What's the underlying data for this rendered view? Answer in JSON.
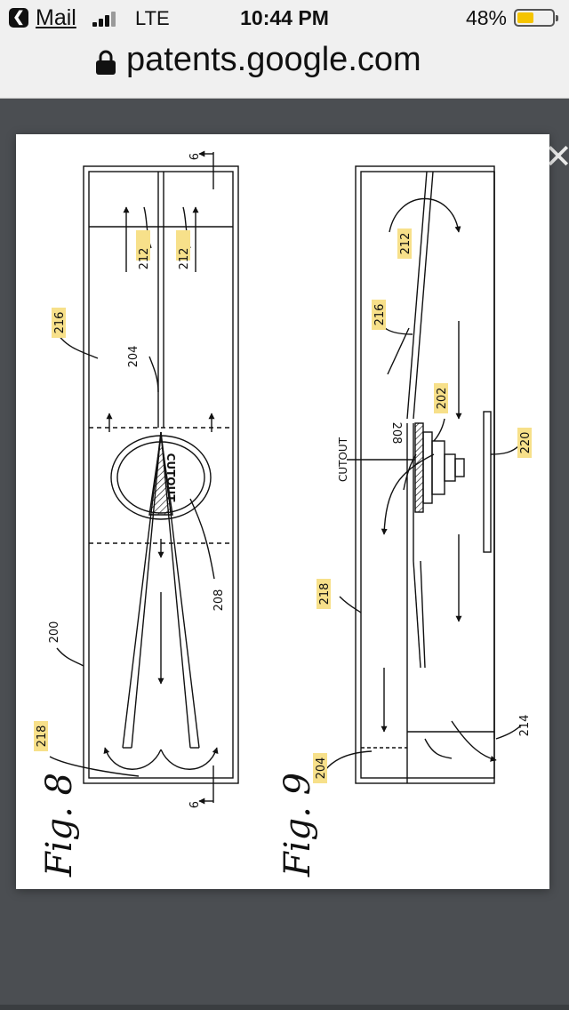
{
  "status_bar": {
    "back_app": "Mail",
    "network": "LTE",
    "time": "10:44 PM",
    "battery": "48%",
    "battery_level": 0.48
  },
  "browser": {
    "domain": "patents.google.com"
  },
  "figure": {
    "fig8": {
      "caption": "Fig. 8",
      "labels": {
        "l9a": "9",
        "l9b": "9",
        "l212a": "212",
        "l212b": "212",
        "l216": "216",
        "l204": "204",
        "l208": "208",
        "l200": "200",
        "l218": "218",
        "cutout": "CUTOUT"
      }
    },
    "fig9": {
      "caption": "Fig. 9",
      "labels": {
        "l212": "212",
        "l216": "216",
        "l208": "208",
        "l202": "202",
        "l220": "220",
        "l218": "218",
        "l204": "204",
        "l214": "214",
        "cutout": "CUTOUT"
      }
    }
  }
}
